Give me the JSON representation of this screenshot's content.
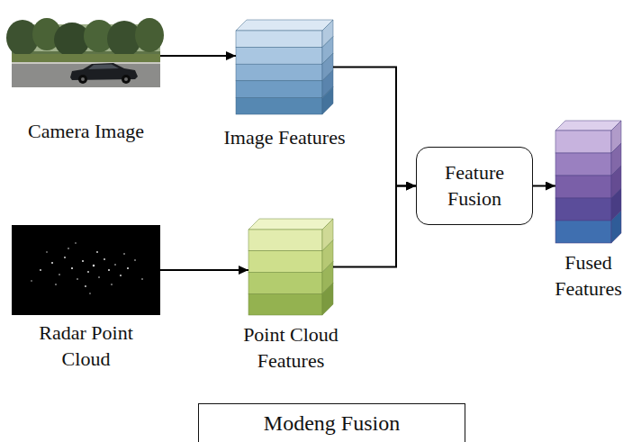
{
  "diagram": {
    "nodes": [
      {
        "text": [
          "Camera Image"
        ]
      },
      {
        "text": [
          "Image Features"
        ]
      },
      {
        "text": [
          "Radar Point Cloud"
        ]
      },
      {
        "text": [
          "Point Cloud Features"
        ]
      },
      {
        "text": [
          "Feature Fusion"
        ]
      },
      {
        "text": [
          "Fused Features"
        ]
      },
      {
        "text": [
          "Modeng Fusion"
        ]
      }
    ],
    "edges": [
      {
        "from": 0,
        "to": 1,
        "arrow": "to"
      },
      {
        "from": 2,
        "to": 3,
        "arrow": "to"
      },
      {
        "from": 1,
        "to": 4,
        "arrow": "to"
      },
      {
        "from": 3,
        "to": 4,
        "arrow": "to"
      },
      {
        "from": 4,
        "to": 5,
        "arrow": "to"
      }
    ]
  }
}
